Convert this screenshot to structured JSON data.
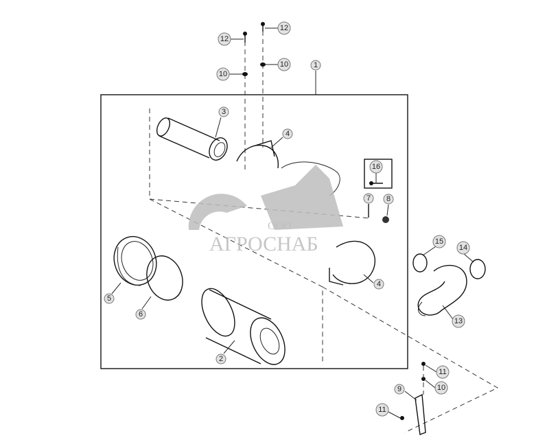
{
  "watermark": {
    "prefix": "ООО",
    "name": "АГРОСНАБ"
  },
  "callouts": [
    "12",
    "12",
    "10",
    "10",
    "1",
    "3",
    "4",
    "16",
    "7",
    "8",
    "15",
    "14",
    "5",
    "6",
    "4",
    "13",
    "2",
    "11",
    "10",
    "9",
    "11"
  ]
}
